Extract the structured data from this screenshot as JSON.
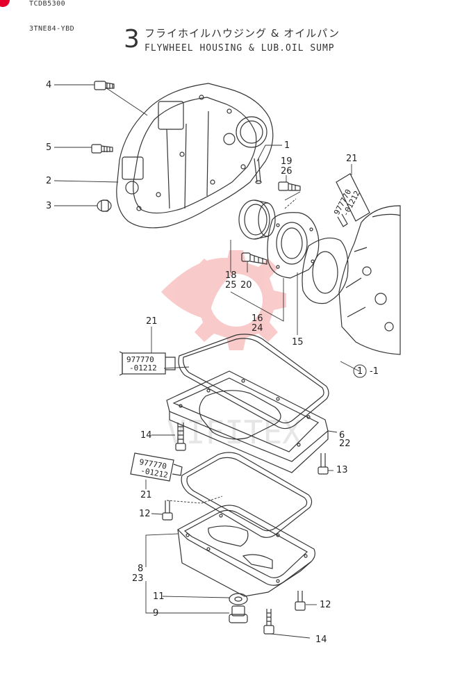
{
  "header": {
    "code_top": "TCDB5300",
    "code_model": "3TNE84-YBD",
    "title_number": "3",
    "title_jp": "フライホイルハウジング & オイルパン",
    "title_en": "FLYWHEEL HOUSING & LUB.OIL SUMP"
  },
  "watermark": {
    "text": "VIFITEX",
    "color": "#f08080"
  },
  "sealant_labels": [
    {
      "line1": "977770",
      "line2": "-01212"
    },
    {
      "line1": "977770",
      "line2": "-01212"
    },
    {
      "line1": "977770",
      "line2": "-01212"
    }
  ],
  "callouts": {
    "c4": "4",
    "c5": "5",
    "c2": "2",
    "c3": "3",
    "c1": "1",
    "c19": "19",
    "c26": "26",
    "c21a": "21",
    "c18": "18",
    "c25": "25",
    "c20": "20",
    "c16": "16",
    "c24": "24",
    "c15": "15",
    "c21b": "21",
    "c1b": "1",
    "c1c": "1",
    "c14a": "14",
    "c6": "6",
    "c22": "22",
    "c13": "13",
    "c21c": "21",
    "c12a": "12",
    "c8": "8",
    "c23": "23",
    "c11": "11",
    "c9": "9",
    "c12b": "12",
    "c14b": "14"
  },
  "accent_color": "#e4002b"
}
